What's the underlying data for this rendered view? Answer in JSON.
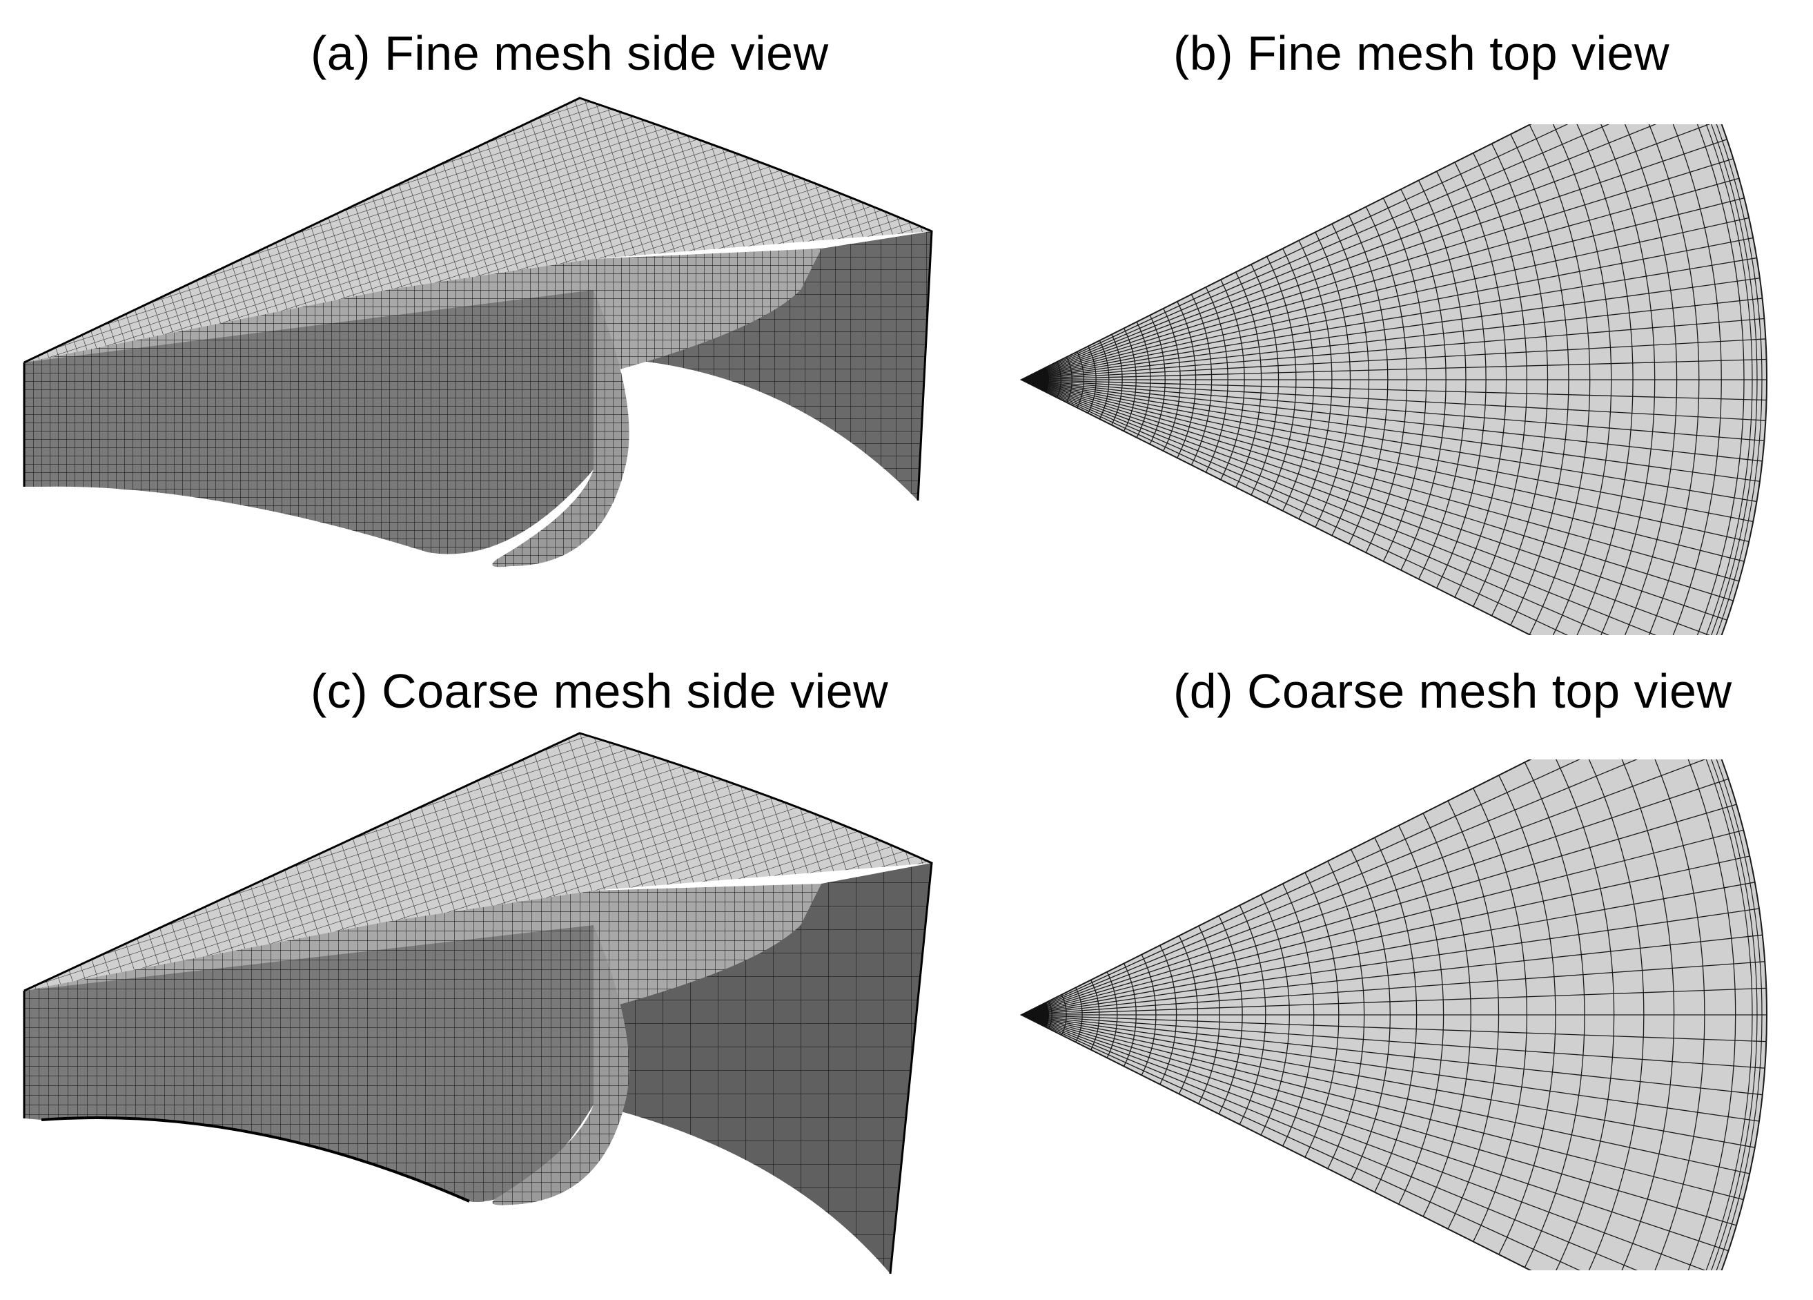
{
  "captions": {
    "a": "(a) Fine mesh side view",
    "b": "(b) Fine mesh top view",
    "c": "(c) Coarse mesh side view",
    "d": "(d) Coarse mesh top view"
  },
  "colors": {
    "background": "#ffffff",
    "face_light": "#d0d0d0",
    "face_mid": "#8c8c8c",
    "face_dark": "#5e5e5e",
    "mesh_line": "#1a1a1a"
  },
  "meshes": {
    "fine_top": {
      "radial_lines": 34,
      "arc_lines": 44
    },
    "coarse_top": {
      "radial_lines": 26,
      "arc_lines": 32
    }
  }
}
